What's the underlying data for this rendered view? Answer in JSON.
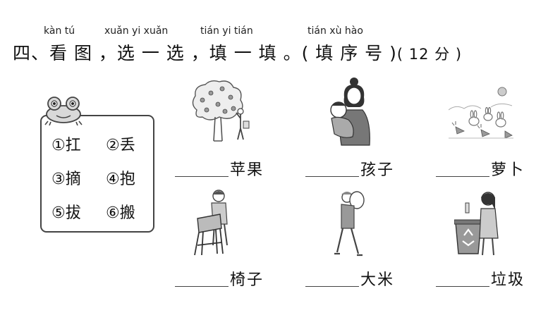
{
  "pinyin": {
    "kan_tu": "kàn  tú",
    "xuan_yi_xuan": "xuǎn  yi  xuǎn",
    "tian_yi_tian": "tián  yi  tián",
    "tian_xu_hao": "tián  xù  hào"
  },
  "title": {
    "number": "四、",
    "text": "看 图 ，选 一 选 ，填 一 填 。( 填 序 号 )",
    "score": "( 12 分 )"
  },
  "options": [
    {
      "num": "①",
      "char": "扛"
    },
    {
      "num": "②",
      "char": "丢"
    },
    {
      "num": "③",
      "char": "摘"
    },
    {
      "num": "④",
      "char": "抱"
    },
    {
      "num": "⑤",
      "char": "拔"
    },
    {
      "num": "⑥",
      "char": "搬"
    }
  ],
  "items": [
    {
      "word": "苹果",
      "picture": "apple-tree-picture"
    },
    {
      "word": "孩子",
      "picture": "mother-child-picture"
    },
    {
      "word": "萝卜",
      "picture": "rabbits-carrots-picture"
    },
    {
      "word": "椅子",
      "picture": "boy-chair-picture"
    },
    {
      "word": "大米",
      "picture": "man-rice-bag-picture"
    },
    {
      "word": "垃圾",
      "picture": "girl-recycle-bin-picture"
    }
  ]
}
